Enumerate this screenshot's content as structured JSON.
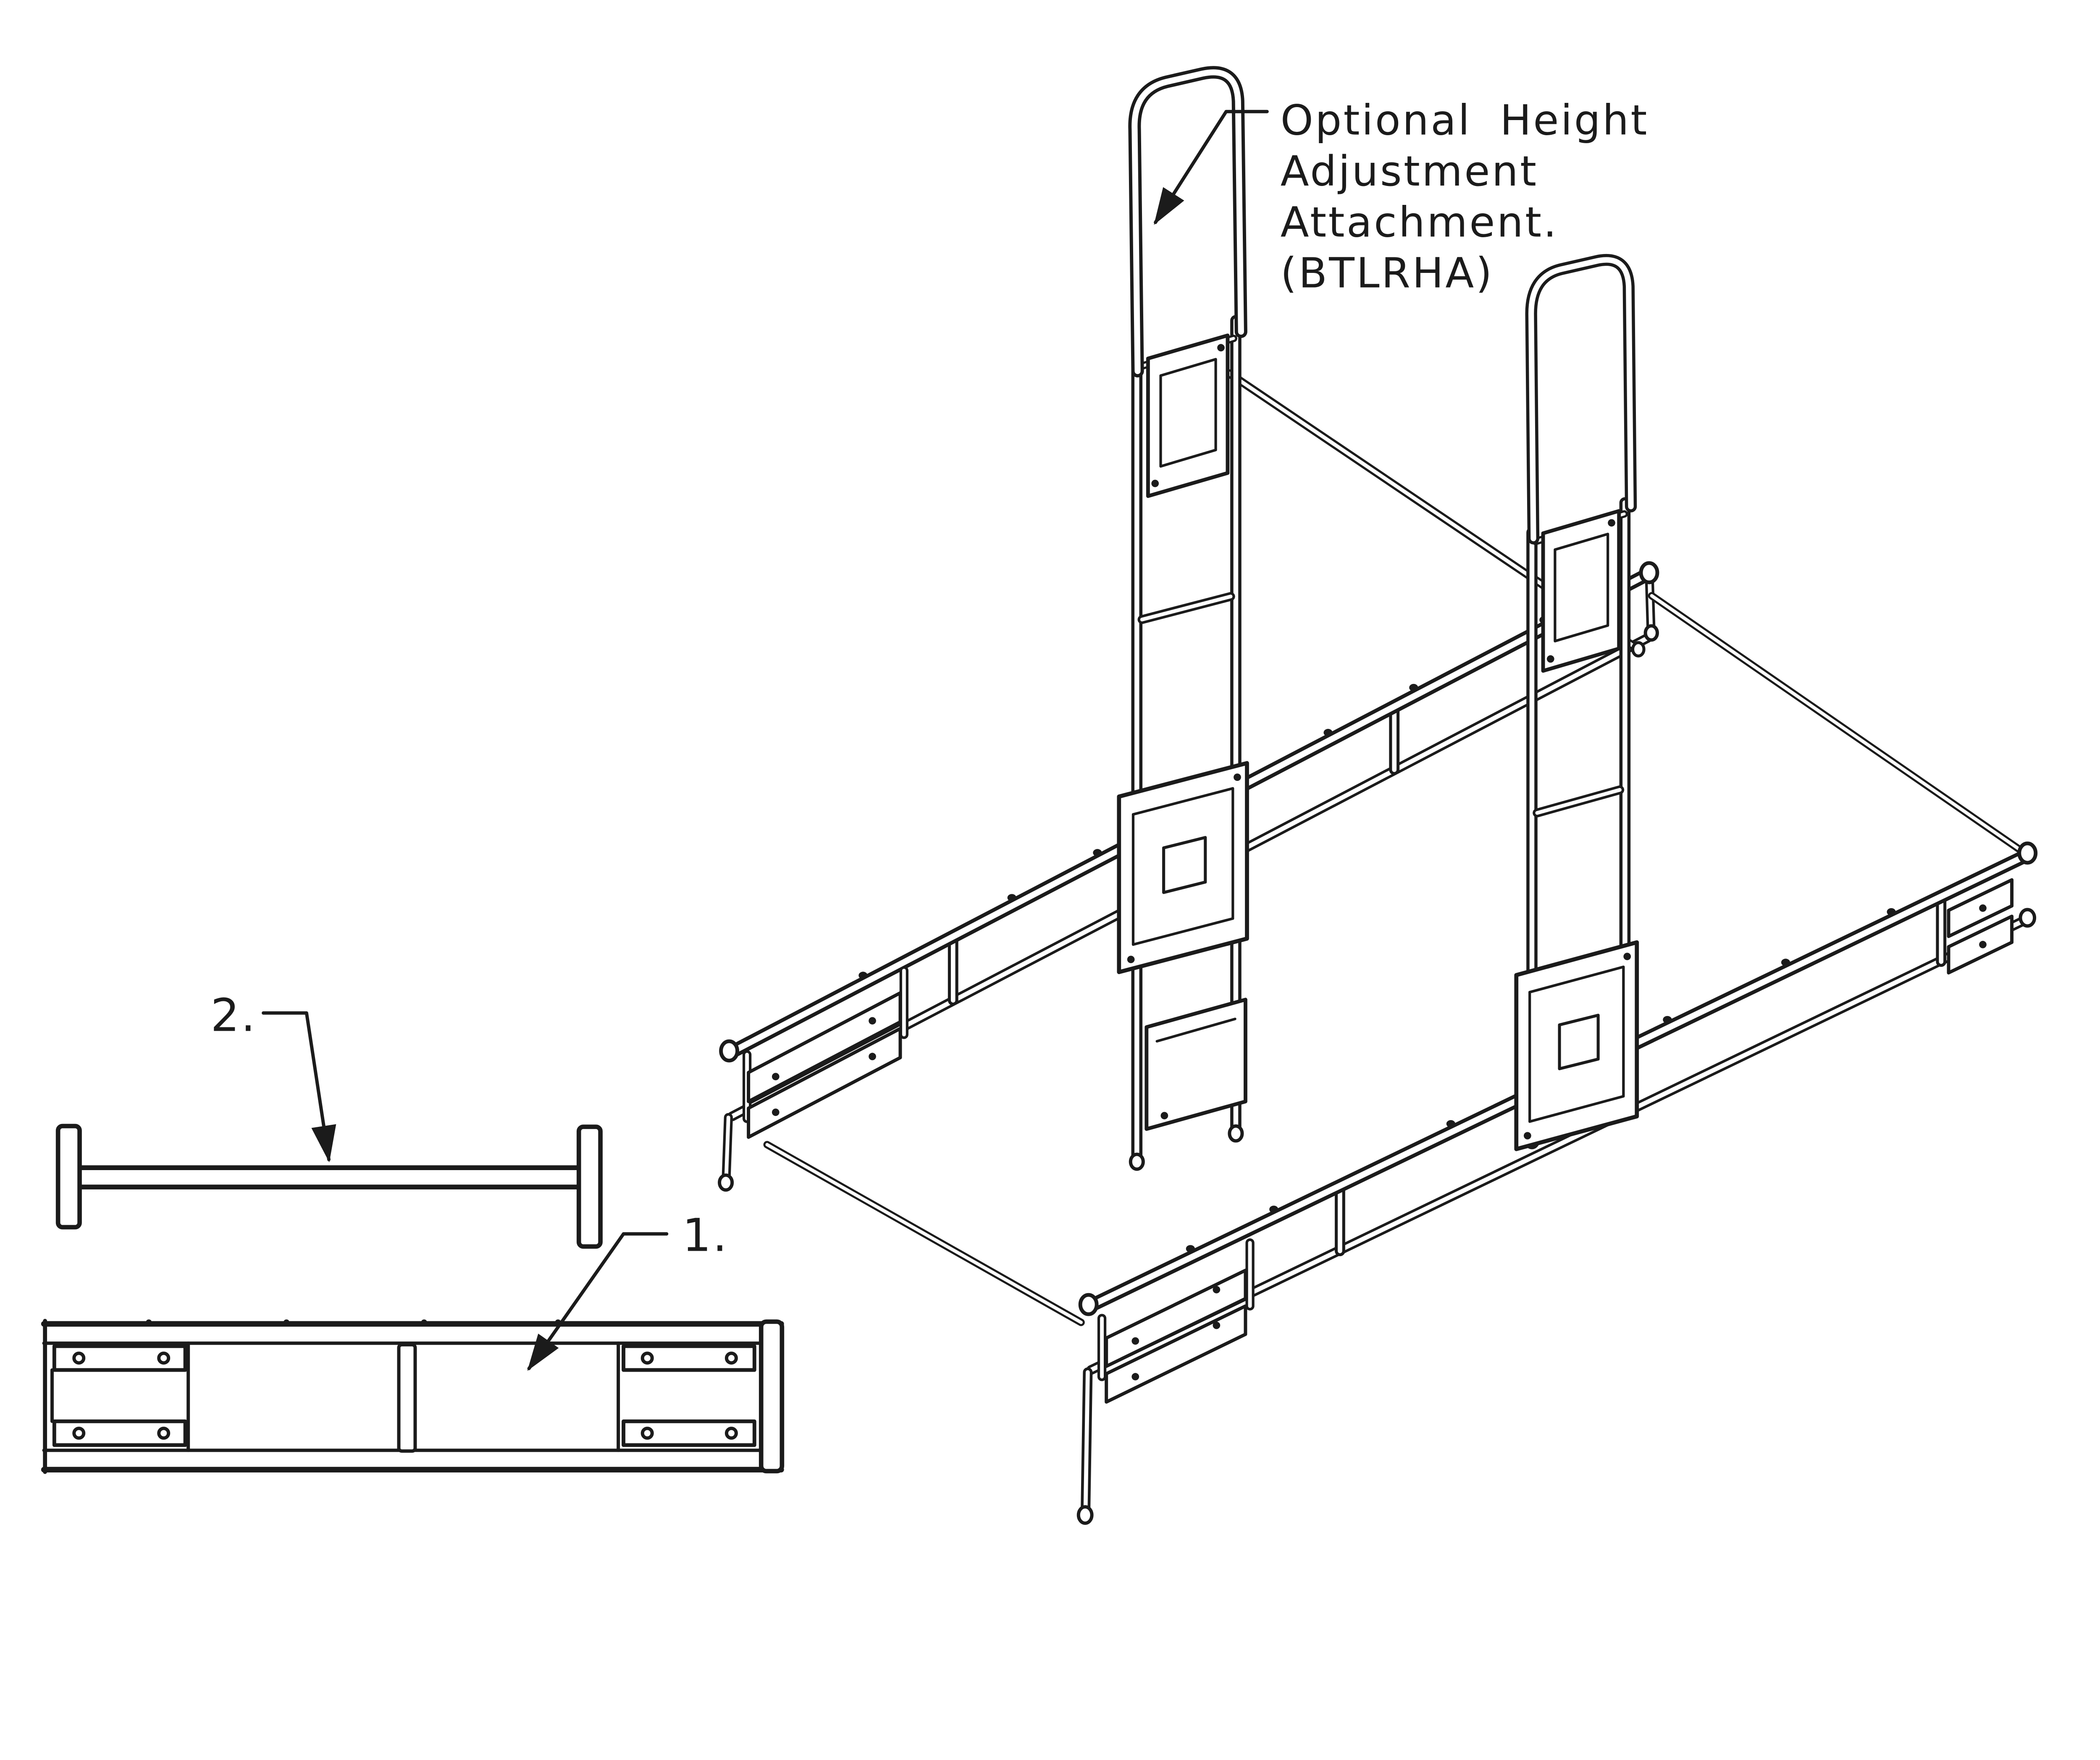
{
  "callout": {
    "line1": "Optional Height",
    "line2": "Adjustment",
    "line3": "Attachment.",
    "line4": "(BTLRHA)"
  },
  "labels": {
    "part1": "1.",
    "part2": "2."
  },
  "colors": {
    "ink": "#1b1b1b",
    "paper": "#ffffff"
  }
}
